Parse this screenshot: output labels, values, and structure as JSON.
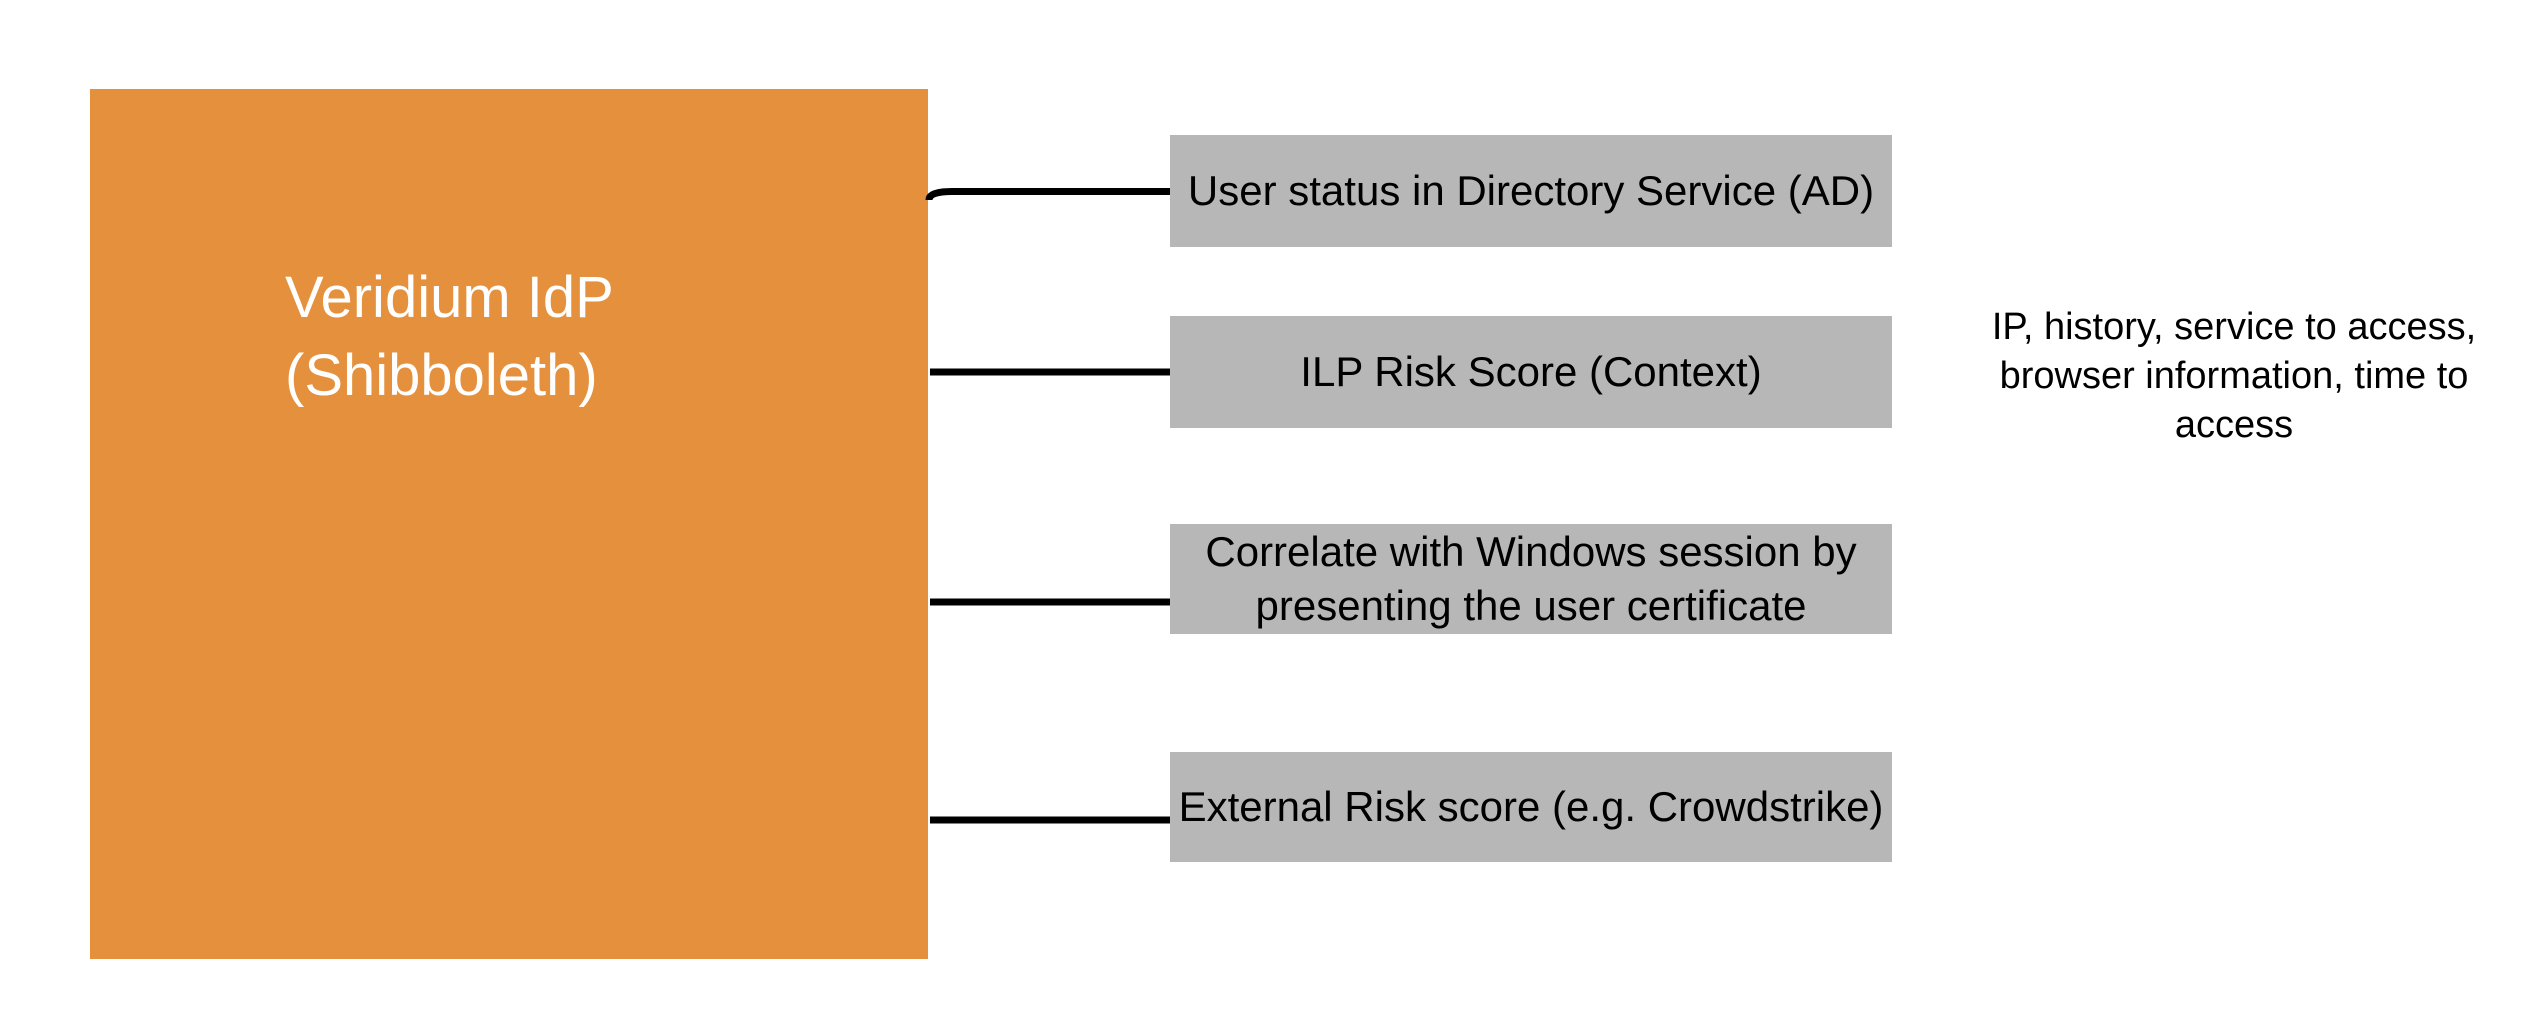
{
  "diagram": {
    "background": "#FFFFFF",
    "idp": {
      "label": "Veridium IdP (Shibboleth)",
      "fill": "#E5903C",
      "text_color": "#FFFFFF"
    },
    "factor_fill": "#B7B7B7",
    "factor_text_color": "#000000",
    "connector_color": "#000000",
    "factors": [
      {
        "label": "User status in Directory Service (AD)"
      },
      {
        "label": "ILP Risk Score (Context)"
      },
      {
        "label": "Correlate with Windows session by presenting the user certificate"
      },
      {
        "label": "External Risk score (e.g. Crowdstrike)"
      }
    ],
    "annotation": "IP, history, service to access, browser information, time to access"
  }
}
